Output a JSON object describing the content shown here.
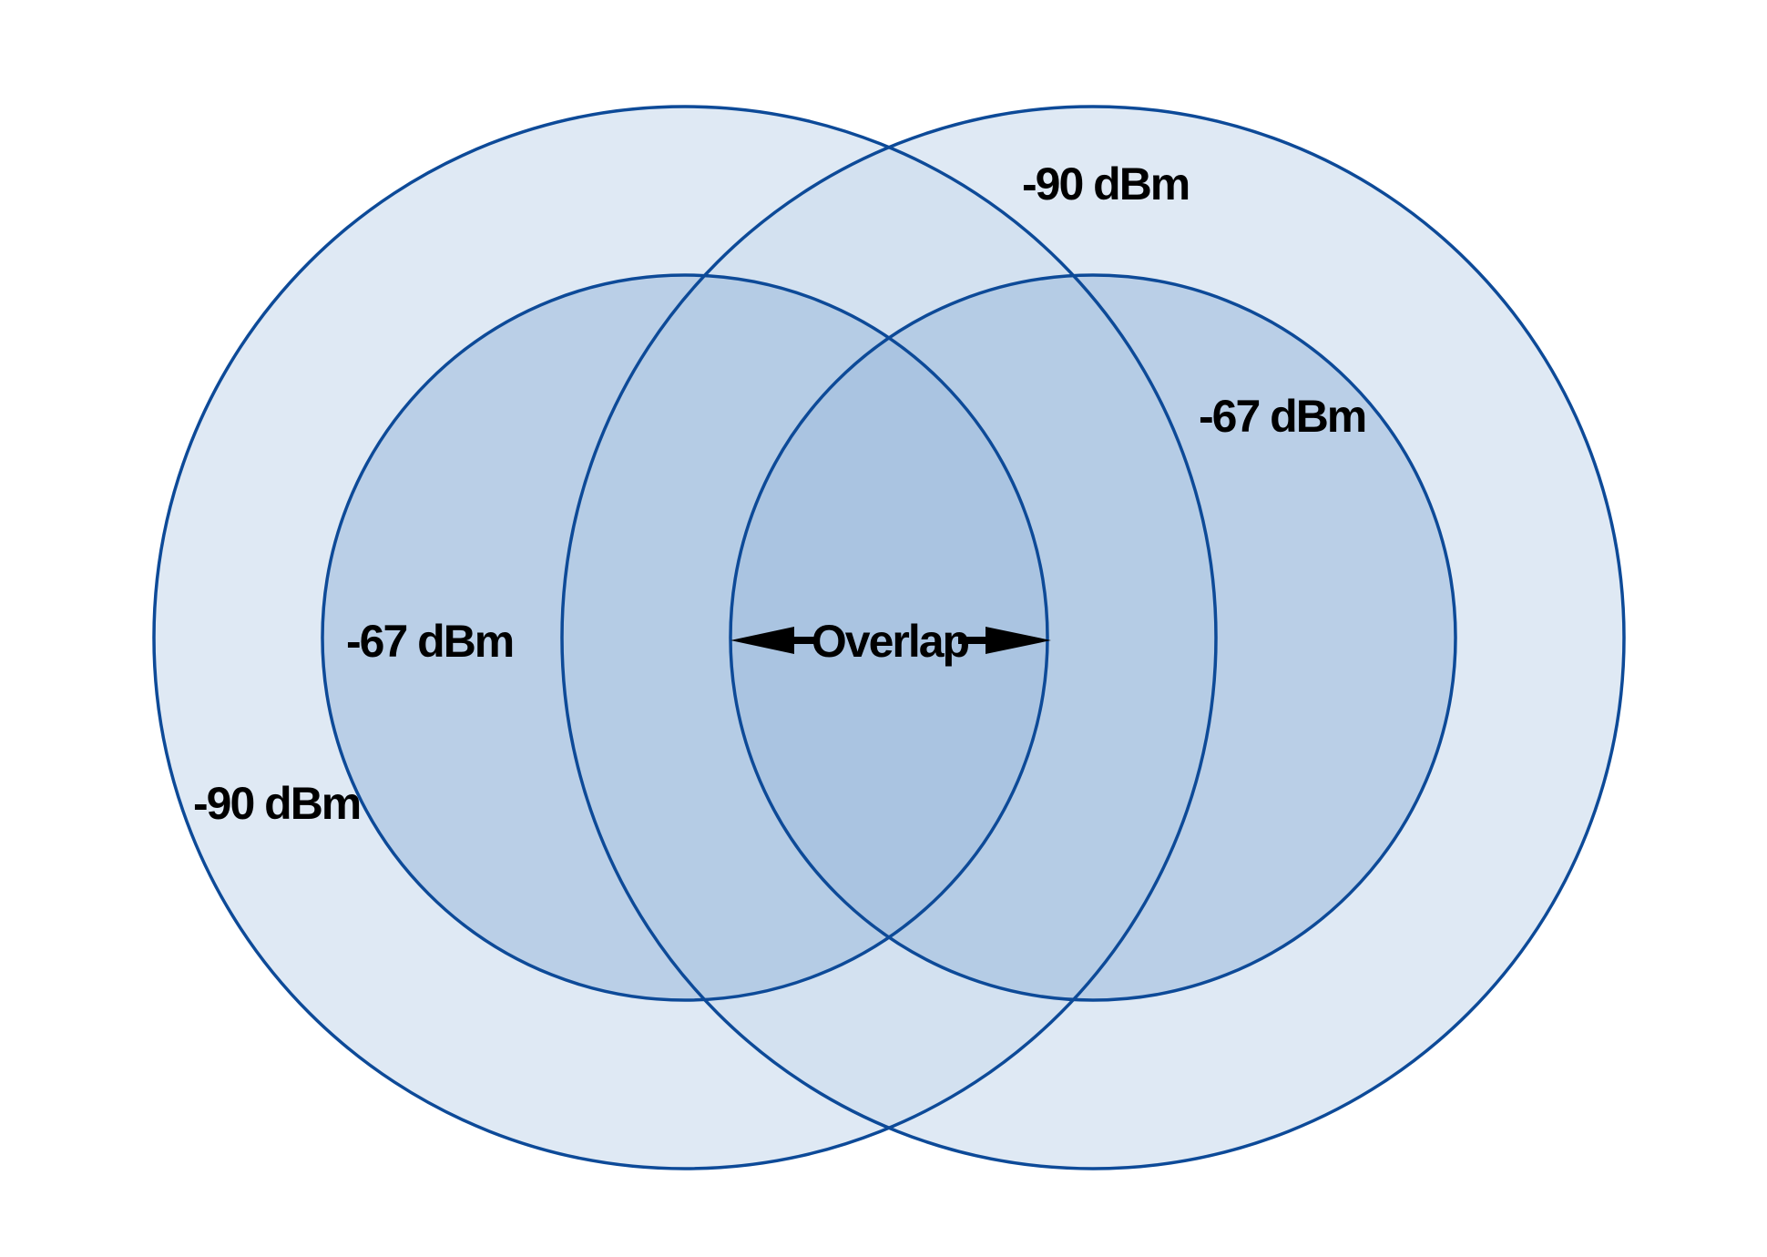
{
  "colors": {
    "outer_fill": "#cbdcee",
    "inner_fill": "#a3bfdf",
    "stroke": "#0d4a98",
    "label_text": "#000000",
    "arrow": "#000000"
  },
  "diagram": {
    "left_ap": {
      "outer_label": "-90 dBm",
      "inner_label": "-67 dBm"
    },
    "right_ap": {
      "outer_label": "-90 dBm",
      "inner_label": "-67 dBm"
    },
    "overlap_label": "Overlap"
  }
}
